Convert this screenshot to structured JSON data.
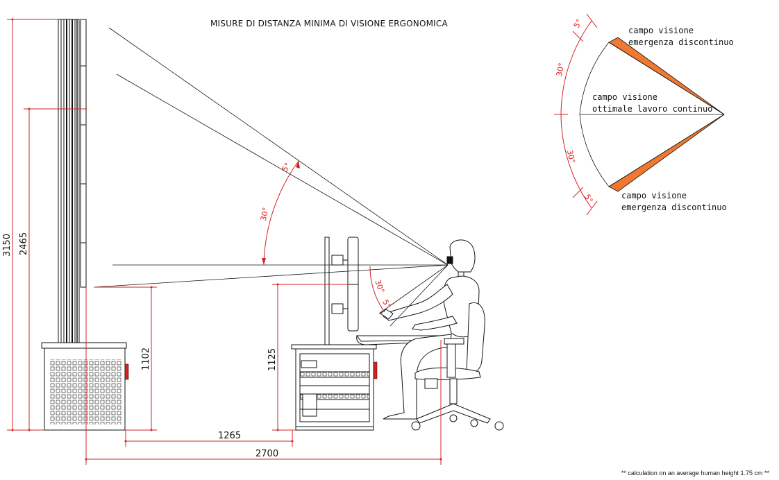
{
  "title": "MISURE DI DISTANZA MINIMA DI VISIONE ERGONOMICA",
  "dimensions": {
    "d3150": "3150",
    "d2465": "2465",
    "d1102": "1102",
    "d1125": "1125",
    "d1265": "1265",
    "d2700": "2700"
  },
  "angles": {
    "side_5_top": "5°",
    "side_30_top": "30°",
    "side_30_bottom": "30°",
    "side_5_bottom": "5°",
    "fan_5_top": "5°",
    "fan_30_top": "30°",
    "fan_30_bottom": "30°",
    "fan_5_bottom": "5°"
  },
  "fan_labels": {
    "top_line1": "campo visione",
    "top_line2": "emergenza discontinuo",
    "mid_line1": "campo visione",
    "mid_line2": "ottimale lavoro continuo",
    "bottom_line1": "campo visione",
    "bottom_line2": "emergenza discontinuo"
  },
  "footnote": "** calculation on an average human height 1.75 cm **",
  "colors": {
    "dimension_red": "#d62020",
    "zone_orange": "#f07830",
    "line": "#111111"
  }
}
